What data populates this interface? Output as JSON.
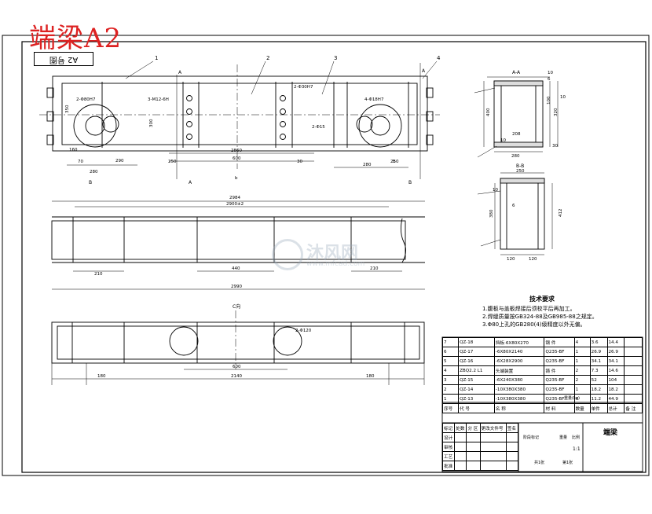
{
  "drawing_title": "端梁A2",
  "corner_tag": "A2 号图",
  "watermark": {
    "brand": "沐风网",
    "url": "www.mfcad.com"
  },
  "plan_view": {
    "dimensions": [
      "350",
      "2-Φ80H7",
      "3-M12-6H",
      "1",
      "2",
      "3",
      "4",
      "2-Φ30H7",
      "4-Φ18H7",
      "280",
      "290",
      "300",
      "70",
      "160",
      "2860",
      "600",
      "250",
      "30",
      "250",
      "2-Φ15",
      "280"
    ],
    "section_marks": [
      "B",
      "A",
      "A",
      "B",
      "A"
    ],
    "weld_notes": [
      "b",
      "b"
    ]
  },
  "front_view": {
    "dims": [
      "2984",
      "2900±2",
      "210",
      "440",
      "210",
      "2990"
    ]
  },
  "bottom_view": {
    "label": "C向",
    "dims": [
      "180",
      "600",
      "2140",
      "180",
      "2-Φ120"
    ]
  },
  "section_aa": {
    "label": "A-A",
    "dims": [
      "10",
      "6",
      "400",
      "208",
      "280",
      "320",
      "10",
      "100",
      "10",
      "30"
    ]
  },
  "section_bb": {
    "label": "B-B",
    "dims": [
      "250",
      "10",
      "6",
      "380",
      "412",
      "120",
      "120"
    ]
  },
  "tech_notes": {
    "title": "技术要求",
    "items": [
      "1.腹板与盖板焊接后须校平后再加工。",
      "2.焊缝质量按GB324-88及GB985-88之规定。",
      "3.Φ80上孔的GB280(4)级精度以外无偏。"
    ]
  },
  "bom": {
    "rows": [
      [
        "7",
        "QZ-18",
        "挡板·6X80X270",
        "钢 件",
        "4",
        "3.6",
        "14.4"
      ],
      [
        "6",
        "QZ-17",
        "-6X80X2140",
        "Q235-BF",
        "1",
        "26.9",
        "26.9"
      ],
      [
        "5",
        "QZ-16",
        "-6X28X2900",
        "Q235-BF",
        "1",
        "34.1",
        "34.1"
      ],
      [
        "4",
        "ZBQ2.2 L1",
        "头端装置",
        "铸 件",
        "2",
        "7.3",
        "14.6"
      ],
      [
        "3",
        "QZ-15",
        "-6X240X380",
        "Q235-BF",
        "2",
        "52",
        "104"
      ],
      [
        "2",
        "QZ-14",
        "-10X380X380",
        "Q235-BF",
        "1",
        "18.2",
        "18.2"
      ],
      [
        "1",
        "QZ-13",
        "-10X380X380",
        "Q235-BF",
        "4",
        "11.2",
        "44.9"
      ]
    ],
    "header": [
      "序号",
      "代 号",
      "名 称",
      "材 料",
      "数量",
      "单件",
      "总计",
      "备 注"
    ],
    "header_sub": "重量(kg)"
  },
  "title_block": {
    "part_name": "端梁",
    "labels": [
      "标记",
      "处数",
      "分 区",
      "更改文件号",
      "签名",
      "设计",
      "审核",
      "工艺",
      "批准",
      "阶段标记",
      "重量",
      "比例"
    ],
    "scale": "1:1",
    "sheet_info": [
      "共1张",
      "第1张"
    ]
  }
}
